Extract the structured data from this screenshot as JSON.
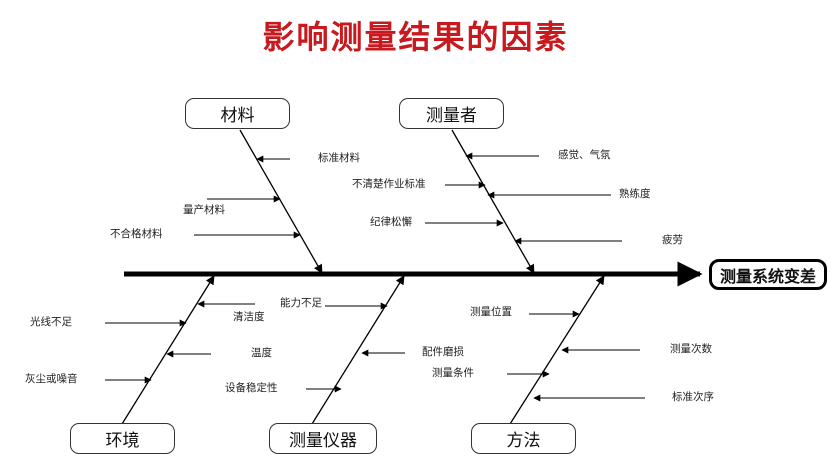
{
  "title": "影响测量结果的因素",
  "effect": "测量系统变差",
  "categories": {
    "material": "材料",
    "measurer": "测量者",
    "environment": "环境",
    "instrument": "测量仪器",
    "method": "方法"
  },
  "causes": {
    "material": [
      "标准材料",
      "量产材料",
      "不合格材料"
    ],
    "measurer": [
      "感觉、气氛",
      "不清楚作业标准",
      "熟练度",
      "纪律松懈",
      "疲劳"
    ],
    "environment": [
      "光线不足",
      "清洁度",
      "温度",
      "灰尘或噪音"
    ],
    "instrument": [
      "能力不足",
      "配件磨损",
      "设备稳定性"
    ],
    "method": [
      "测量位置",
      "测量次数",
      "测量条件",
      "标准次序"
    ]
  }
}
